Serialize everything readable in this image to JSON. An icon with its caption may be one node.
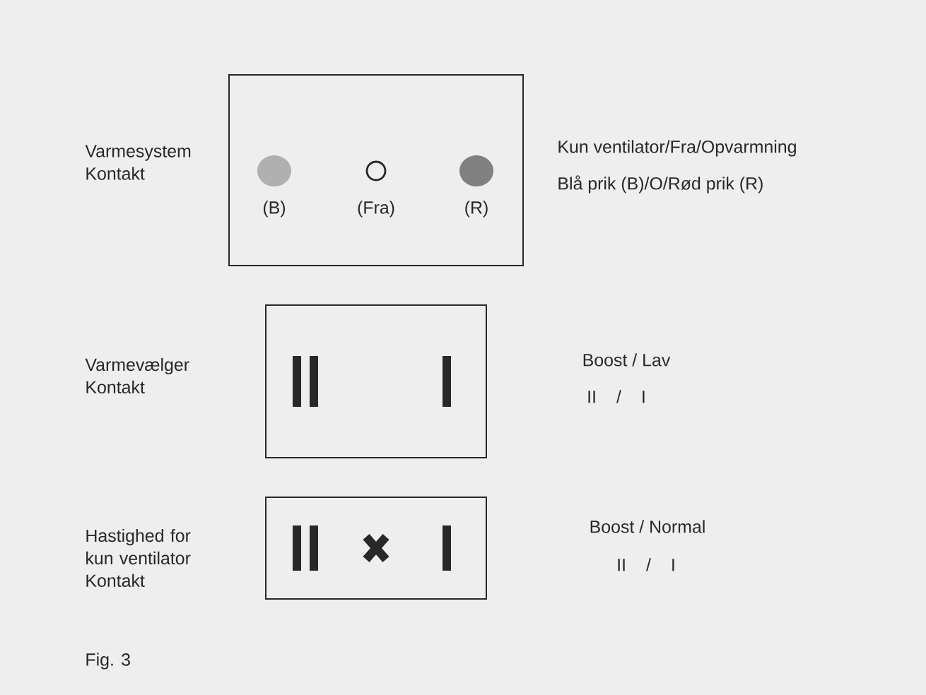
{
  "diagram": {
    "caption": "Fig. 3",
    "nodes": [
      {
        "text": [
          "(B)",
          "(Fra)",
          "(R)"
        ],
        "beside": [
          "Kun ventilator/Fra/Opvarmning",
          "Blå prik (B)/O/Rød prik (R)"
        ]
      },
      {
        "text": [],
        "shape": "box",
        "beside": [
          "Boost / Lav",
          "II / I"
        ]
      },
      {
        "text": [],
        "shape": "box",
        "beside": [
          "Boost / Normal",
          "II / I"
        ]
      }
    ],
    "labels": [
      "Varmesystem Kontakt",
      "Varmevælger Kontakt",
      "Hastighed for kun ventilator Kontakt"
    ]
  }
}
